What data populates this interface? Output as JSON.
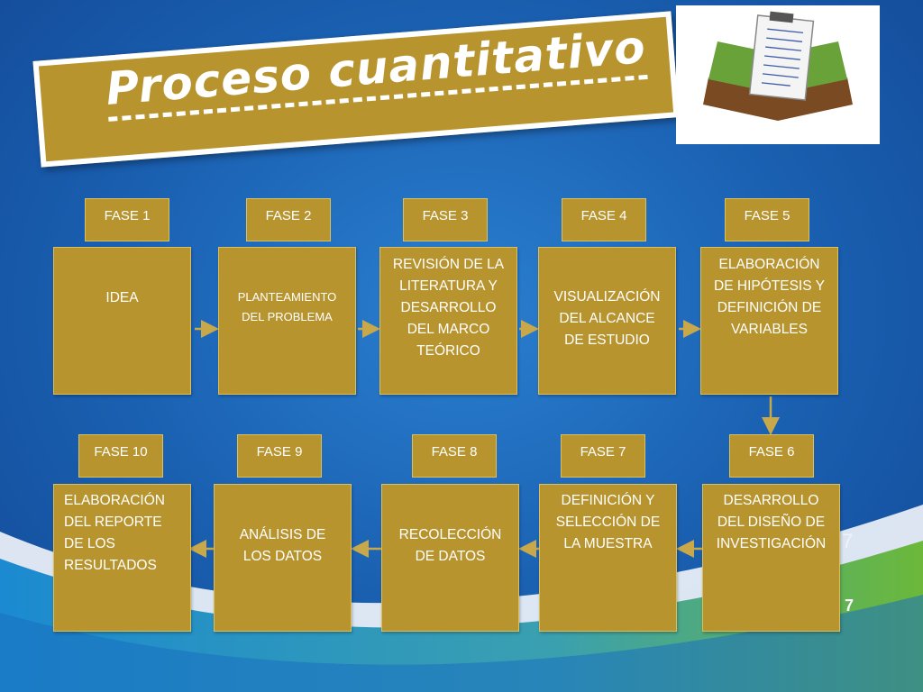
{
  "title": "Proceso cuantitativo",
  "phases": [
    {
      "label": "FASE 1",
      "text": [
        "IDEA"
      ]
    },
    {
      "label": "FASE 2",
      "text": [
        "PLANTEAMIENTO",
        "DEL PROBLEMA"
      ]
    },
    {
      "label": "FASE 3",
      "text": [
        "REVISIÓN DE LA",
        "LITERATURA Y",
        "DESARROLLO",
        "DEL MARCO",
        "TEÓRICO"
      ]
    },
    {
      "label": "FASE 4",
      "text": [
        "VISUALIZACIÓN",
        "DEL ALCANCE",
        "DE ESTUDIO"
      ]
    },
    {
      "label": "FASE 5",
      "text": [
        "ELABORACIÓN",
        "DE HIPÓTESIS Y",
        "DEFINICIÓN DE",
        "VARIABLES"
      ]
    },
    {
      "label": "FASE 6",
      "text": [
        "DESARROLLO",
        "DEL DISEÑO DE",
        "INVESTIGACIÓN"
      ]
    },
    {
      "label": "FASE 7",
      "text": [
        "DEFINICIÓN Y",
        "SELECCIÓN DE",
        "LA MUESTRA"
      ]
    },
    {
      "label": "FASE 8",
      "text": [
        "RECOLECCIÓN",
        "DE DATOS"
      ]
    },
    {
      "label": "FASE 9",
      "text": [
        "ANÁLISIS DE",
        "LOS DATOS"
      ]
    },
    {
      "label": "FASE 10",
      "text": [
        "ELABORACIÓN",
        "DEL REPORTE",
        "DE LOS",
        "RESULTADOS"
      ]
    }
  ],
  "page_number": "7",
  "page_number_faint": "7",
  "image_icon": "clipboard-book-icon",
  "colors": {
    "box": "#b8942f",
    "background": "#1a5fb0",
    "arrow": "#c9a84a"
  }
}
